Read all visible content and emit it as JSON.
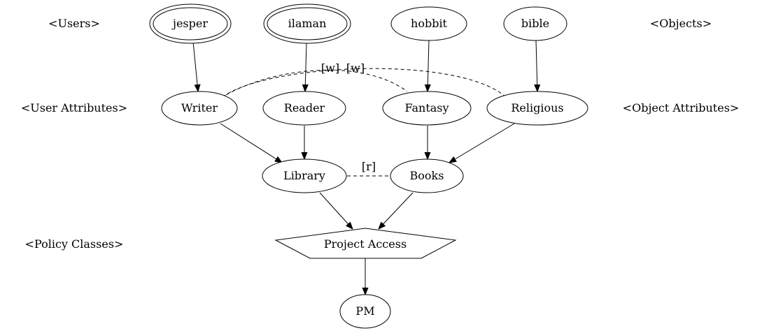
{
  "layers": {
    "users": "<Users>",
    "objects": "<Objects>",
    "user_attributes": "<User Attributes>",
    "object_attributes": "<Object Attributes>",
    "policy_classes": "<Policy Classes>"
  },
  "nodes": {
    "jesper": "jesper",
    "ilaman": "ilaman",
    "hobbit": "hobbit",
    "bible": "bible",
    "writer": "Writer",
    "reader": "Reader",
    "fantasy": "Fantasy",
    "religious": "Religious",
    "library": "Library",
    "books": "Books",
    "project_access": "Project Access",
    "pm": "PM"
  },
  "associations": {
    "writer_religious": "[w]",
    "writer_fantasy": "[w]",
    "library_books": "[r]"
  },
  "colors": {
    "stroke": "#000000",
    "background": "#ffffff"
  }
}
